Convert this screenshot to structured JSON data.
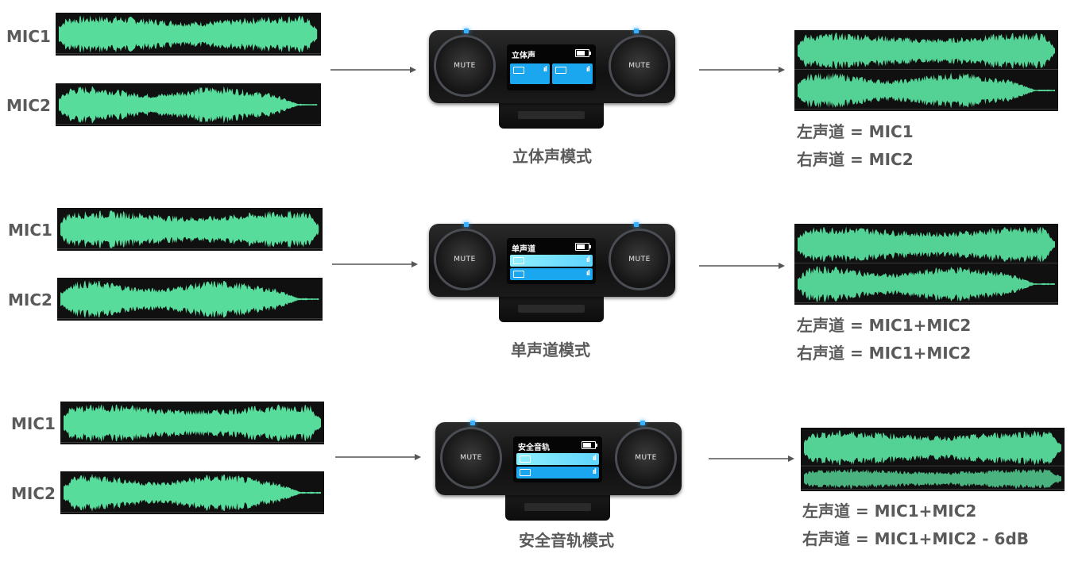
{
  "rows": [
    {
      "mic1_label": "MIC1",
      "mic2_label": "MIC2",
      "screen_title": "立体声",
      "mode_caption": "立体声模式",
      "left_channel": "左声道 = MIC1",
      "right_channel": "右声道 = MIC2"
    },
    {
      "mic1_label": "MIC1",
      "mic2_label": "MIC2",
      "screen_title": "单声道",
      "mode_caption": "单声道模式",
      "left_channel": "左声道 = MIC1+MIC2",
      "right_channel": "右声道 = MIC1+MIC2"
    },
    {
      "mic1_label": "MIC1",
      "mic2_label": "MIC2",
      "screen_title": "安全音轨",
      "mode_caption": "安全音轨模式",
      "left_channel": "左声道 = MIC1+MIC2",
      "right_channel": "右声道 = MIC1+MIC2 - 6dB"
    }
  ],
  "device": {
    "mute_label": "MUTE"
  },
  "colors": {
    "waveform": "#5ce8a4",
    "waveform_background": "#101010",
    "screen_blue": "#1aa7f0",
    "screen_light_blue": "#8ff0ff",
    "text": "#5a5a5a"
  }
}
